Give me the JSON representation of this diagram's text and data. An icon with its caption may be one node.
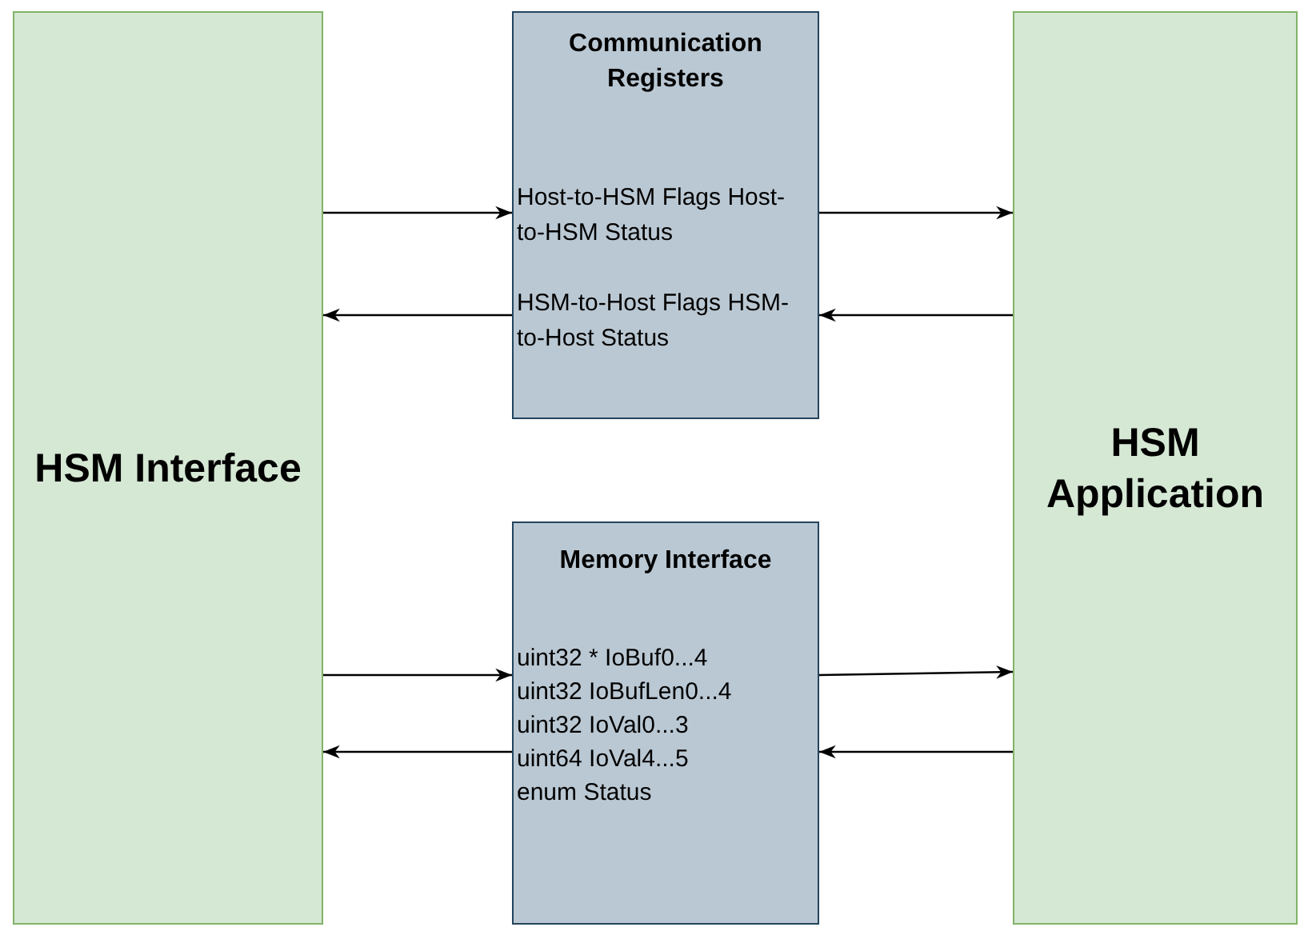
{
  "diagram": {
    "nodes": [
      {
        "text": [
          "HSM Interface"
        ]
      },
      {
        "text": [
          "Communication Registers",
          "Host-to-HSM Flags Host-to-HSM Status",
          "HSM-to-Host Flags HSM-to-Host Status"
        ]
      },
      {
        "text": [
          "Memory Interface",
          "uint32 * IoBuf0...4",
          "uint32 IoBufLen0...4",
          "uint32 IoVal0...3",
          "uint64 IoVal4...5",
          "enum Status"
        ]
      },
      {
        "text": [
          "HSM Application"
        ]
      }
    ],
    "edges": [
      {
        "from": 0,
        "to": 1,
        "arrow": "to"
      },
      {
        "from": 1,
        "to": 3,
        "arrow": "to"
      },
      {
        "from": 1,
        "to": 0,
        "arrow": "to"
      },
      {
        "from": 3,
        "to": 1,
        "arrow": "to"
      },
      {
        "from": 0,
        "to": 2,
        "arrow": "to"
      },
      {
        "from": 2,
        "to": 3,
        "arrow": "to"
      },
      {
        "from": 2,
        "to": 0,
        "arrow": "to"
      },
      {
        "from": 3,
        "to": 2,
        "arrow": "to"
      }
    ]
  }
}
